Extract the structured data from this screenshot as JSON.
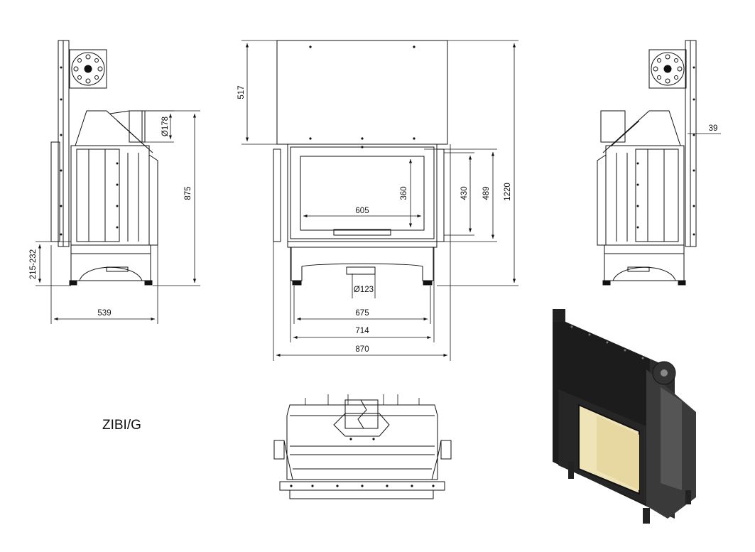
{
  "model_name": "ZIBI/G",
  "dimensions": {
    "total_width": "870",
    "frame_width": "714",
    "legs_span": "675",
    "glass_width": "605",
    "glass_height": "360",
    "door_inner_height": "430",
    "door_outer_height": "489",
    "total_height": "1220",
    "top_section_height": "517",
    "flue_diameter": "Ø178",
    "air_inlet_diameter": "Ø123",
    "body_height": "875",
    "leg_height_range": "215-232",
    "depth": "539",
    "offset": "39"
  },
  "colors": {
    "line": "#111111",
    "glass": "#efe4b8",
    "iso_black": "#1c1c1c"
  }
}
